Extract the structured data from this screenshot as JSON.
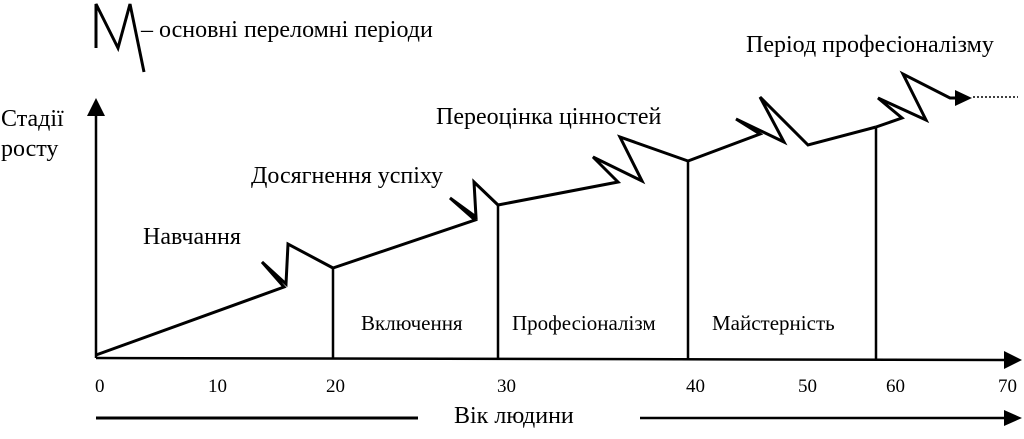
{
  "legend": {
    "text": "– основні переломні періоди",
    "symbol_icon": "zigzag-break-icon"
  },
  "y_axis": {
    "label_line1": "Стадії",
    "label_line2": "росту"
  },
  "x_axis": {
    "label": "Вік людини",
    "ticks": [
      "0",
      "10",
      "20",
      "30",
      "40",
      "50",
      "60",
      "70"
    ]
  },
  "stage_labels": {
    "learning": "Навчання",
    "success": "Досягнення успіху",
    "revaluation": "Переоцінка  цінностей",
    "professionalism_period": "Період професіоналізму"
  },
  "band_labels": {
    "inclusion": "Включення",
    "professionalism": "Професіоналізм",
    "mastery": "Майстерність"
  }
}
